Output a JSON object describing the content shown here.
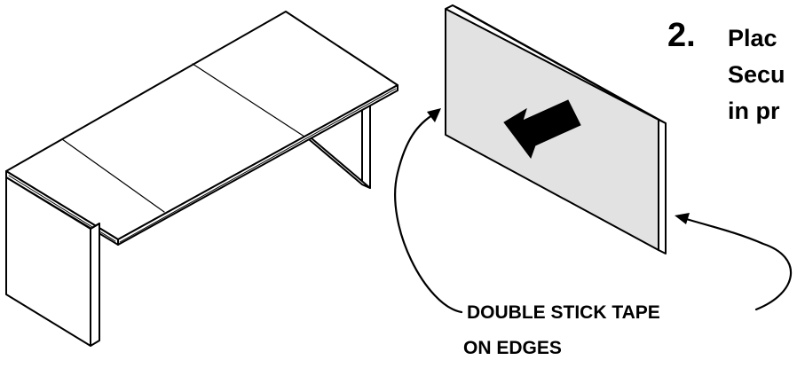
{
  "step": {
    "number": "2.",
    "lines": [
      "Plac",
      "Secu",
      "in pr"
    ]
  },
  "callout": {
    "lines": [
      "DOUBLE STICK TAPE",
      "ON EDGES"
    ]
  },
  "colors": {
    "line": "#000000",
    "panel_fill": "#e2e2e2",
    "desk_fill": "#ffffff"
  },
  "icons": {
    "arrow": "arrow-down-left-icon"
  }
}
